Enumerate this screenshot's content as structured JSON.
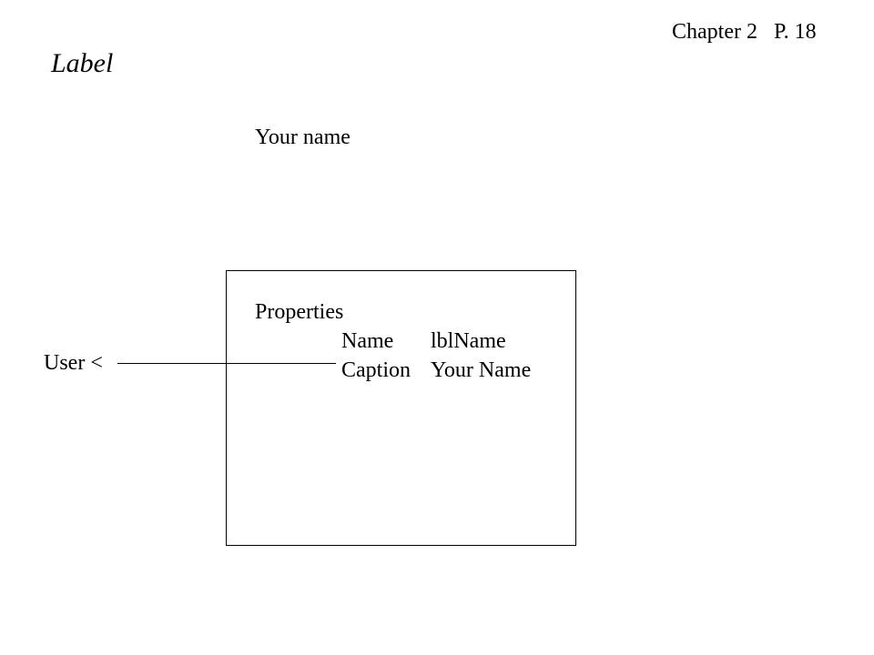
{
  "header": {
    "chapter_ref": "Chapter 2   P. 18"
  },
  "slide": {
    "title": "Label",
    "form_label_text": "Your name"
  },
  "properties": {
    "heading": "Properties",
    "rows": [
      {
        "key": "Name",
        "value": "lblName"
      },
      {
        "key": "Caption",
        "value": "Your Name"
      }
    ]
  },
  "annotation": {
    "user_label": "User <"
  }
}
